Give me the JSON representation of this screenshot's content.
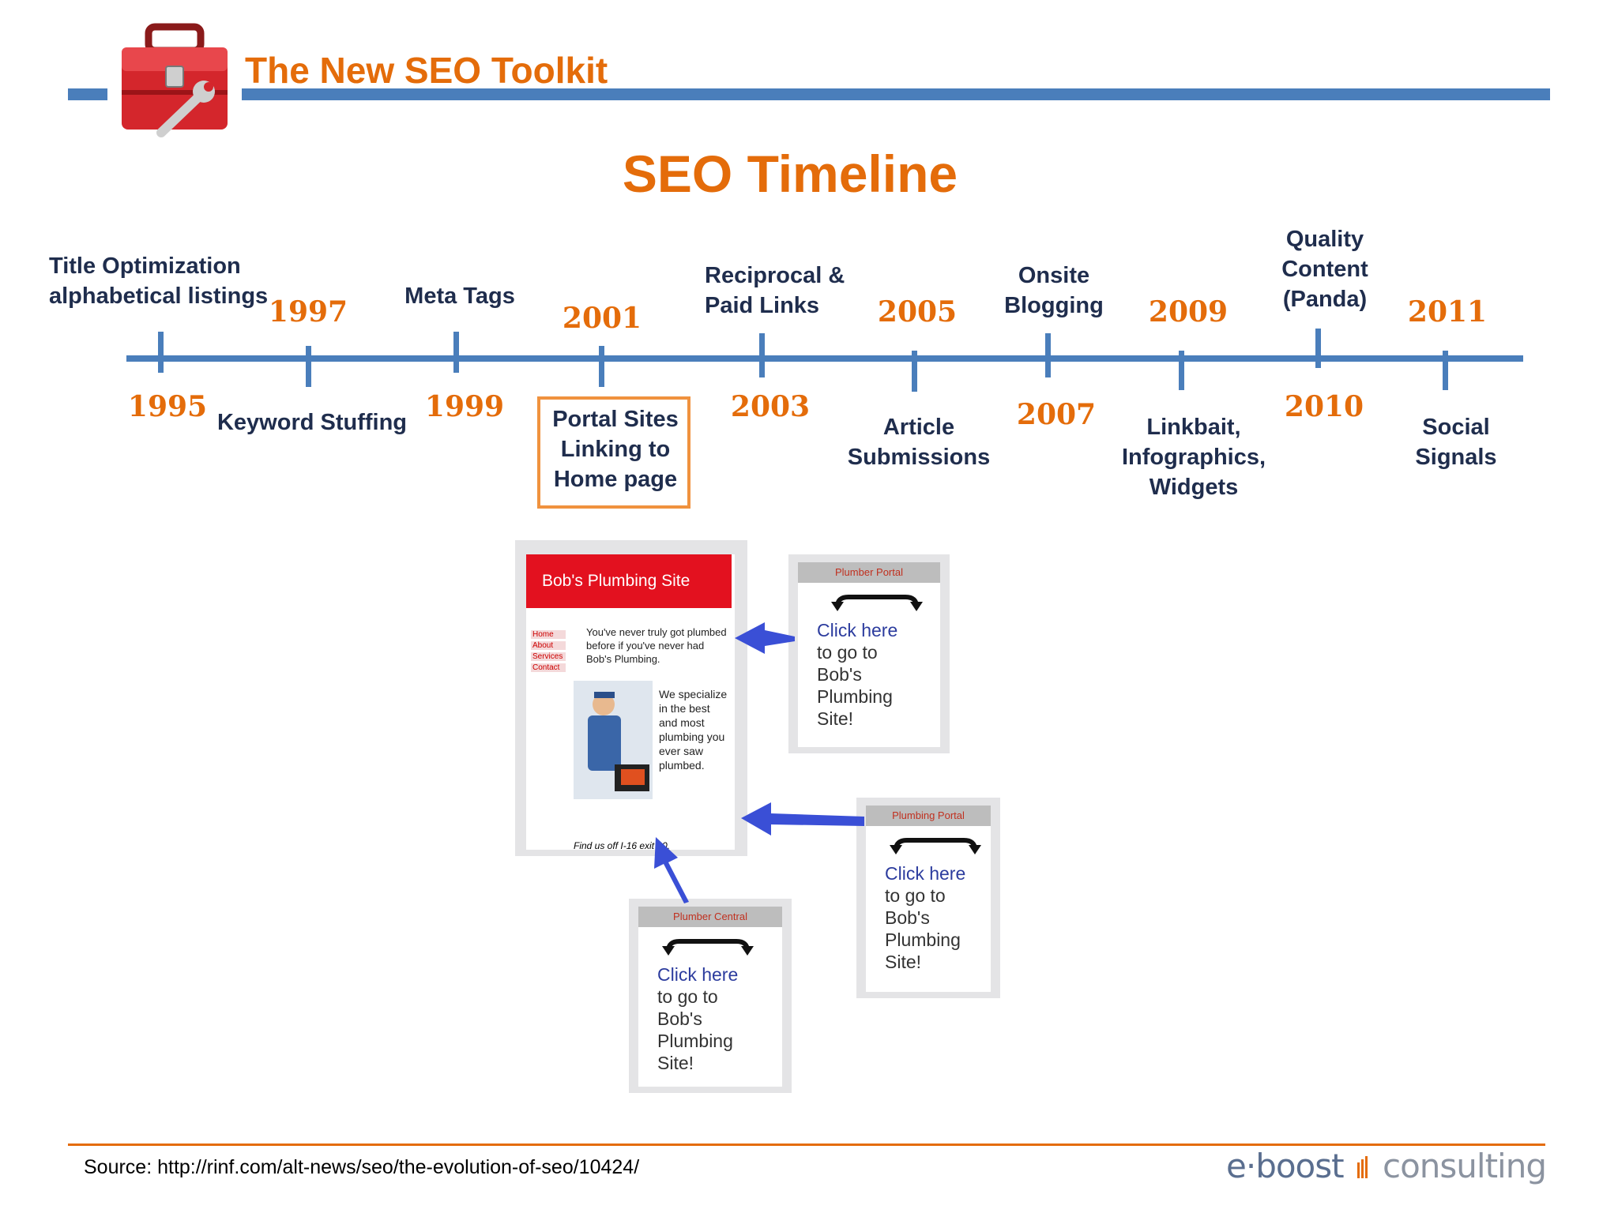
{
  "header": {
    "title": "The New SEO Toolkit"
  },
  "main_title": "SEO Timeline",
  "timeline": {
    "years": [
      "1995",
      "1997",
      "1999",
      "2001",
      "2003",
      "2005",
      "2007",
      "2009",
      "2010",
      "2011"
    ],
    "events": {
      "e1995": "Title Optimization\nalphabetical listings",
      "e1997": "Keyword Stuffing",
      "e1999": "Meta Tags",
      "e2001": "Portal Sites\nLinking to\nHome page",
      "e2003": "Reciprocal &\nPaid Links",
      "e2005": "Article\nSubmissions",
      "e2007": "Onsite\nBlogging",
      "e2009": "Linkbait,\nInfographics,\nWidgets",
      "e2010": "Quality\nContent\n(Panda)",
      "e2011": "Social\nSignals"
    }
  },
  "illustration": {
    "site": {
      "header": "Bob's Plumbing Site",
      "nav": [
        "Home",
        "About",
        "Services",
        "Contact"
      ],
      "intro": "You've never truly got plumbed before if you've never had Bob's Plumbing.",
      "body": "We specialize in the best and most plumbing you ever saw plumbed.",
      "footer": "Find us off I-16 exit 20."
    },
    "portals": [
      {
        "title": "Plumber Portal",
        "link": "Click here",
        "text": "to go to\nBob's\nPlumbing\nSite!"
      },
      {
        "title": "Plumbing Portal",
        "link": "Click here",
        "text": "to go to\nBob's\nPlumbing\nSite!"
      },
      {
        "title": "Plumber Central",
        "link": "Click here",
        "text": "to go to\nBob's\nPlumbing\nSite!"
      }
    ]
  },
  "footer": {
    "source": "Source: http://rinf.com/alt-news/seo/the-evolution-of-seo/10424/",
    "logo_left": "e·boost",
    "logo_right": "consulting"
  },
  "colors": {
    "accent": "#e46c0a",
    "line": "#4a7ebb",
    "text": "#1f2d4d"
  }
}
